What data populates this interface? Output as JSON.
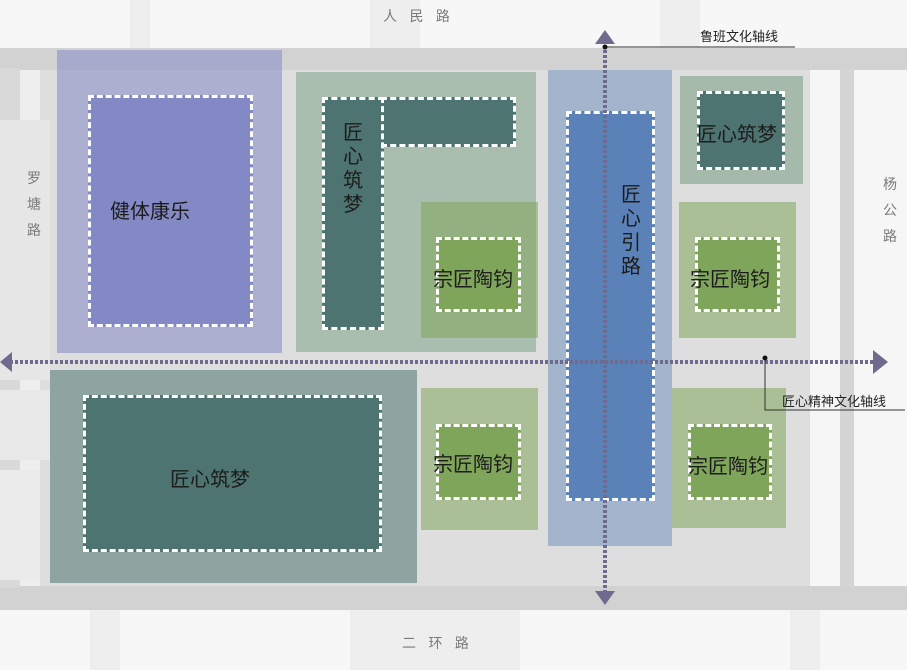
{
  "roads": {
    "north": "人 民 路",
    "south": "二 环 路",
    "west": [
      "罗",
      "塘",
      "路"
    ],
    "east": [
      "杨",
      "公",
      "路"
    ]
  },
  "axes": {
    "vertical_label": "鲁班文化轴线",
    "horizontal_label": "匠心精神文化轴线"
  },
  "zones": {
    "fitness": "健体康乐",
    "dream_big": "匠心筑梦",
    "dream_vertical": [
      "匠",
      "心",
      "筑",
      "梦"
    ],
    "dream_top_right": "匠心筑梦",
    "lead_road": [
      "匠",
      "心",
      "引",
      "路"
    ],
    "zongjiang_1": "宗匠陶钧",
    "zongjiang_2": "宗匠陶钧",
    "zongjiang_3": "宗匠陶钧",
    "zongjiang_4": "宗匠陶钧"
  },
  "colors": {
    "purple": "#8389c4",
    "teal_dark": "#4d7470",
    "green": "#7fa55a",
    "blue": "#5b82b8",
    "arrow": "#6f6a8e"
  }
}
